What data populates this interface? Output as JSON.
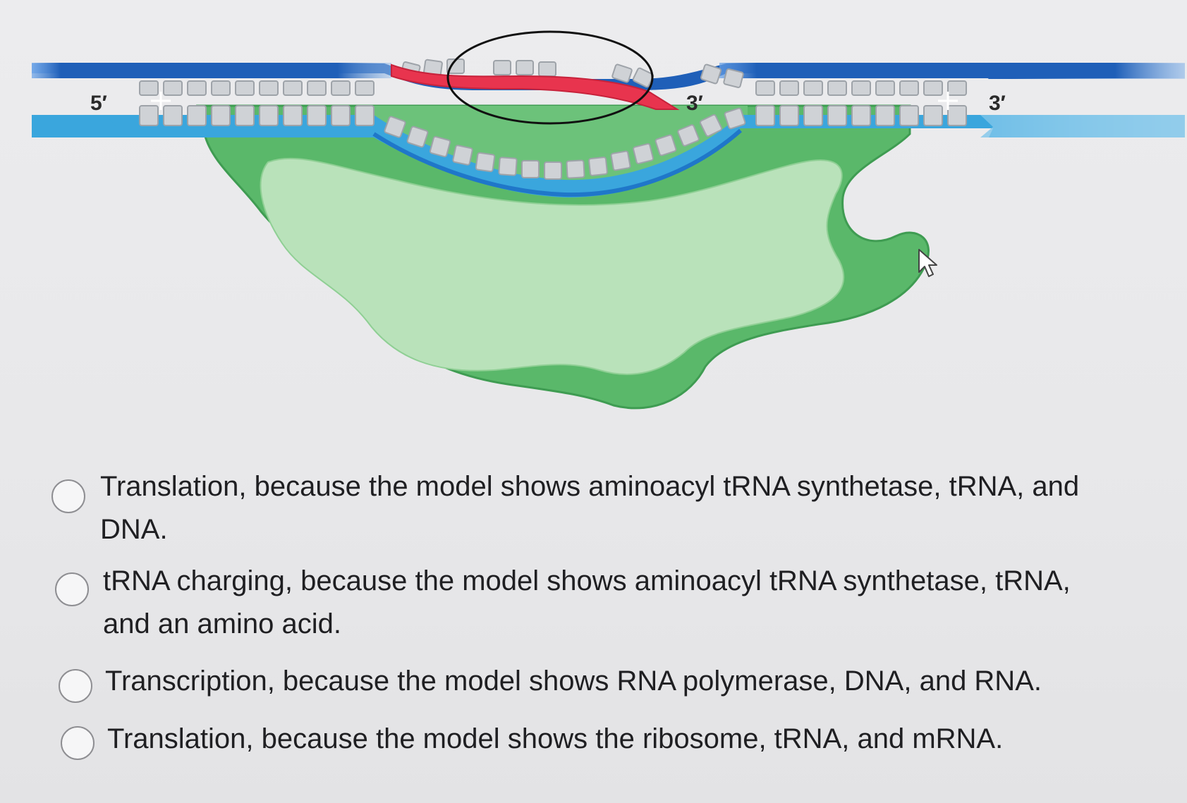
{
  "diagram": {
    "labels": {
      "dna_five_prime": "5′",
      "rna_three_prime": "3′",
      "dna_three_prime": "3′"
    },
    "colors": {
      "dna_top_strand": "#1f5fb8",
      "dna_bottom_strand": "#3aa6dd",
      "rna_strand": "#e8344e",
      "enzyme_outer": "#5ab86a",
      "enzyme_inner": "#b7e1b8",
      "base_tile": "#cfd2d6"
    },
    "icons": {
      "pointer": "mouse-pointer-icon"
    }
  },
  "question": {
    "options": [
      {
        "line1": "Translation, because the model shows aminoacyl tRNA synthetase, tRNA, and",
        "line2": "DNA."
      },
      {
        "line1": "tRNA charging, because the model shows aminoacyl tRNA synthetase, tRNA,",
        "line2": "and an amino acid."
      },
      {
        "line1": "Transcription, because the model shows RNA polymerase, DNA, and RNA.",
        "line2": ""
      },
      {
        "line1": "Translation, because the model shows the ribosome, tRNA, and mRNA.",
        "line2": ""
      }
    ]
  }
}
